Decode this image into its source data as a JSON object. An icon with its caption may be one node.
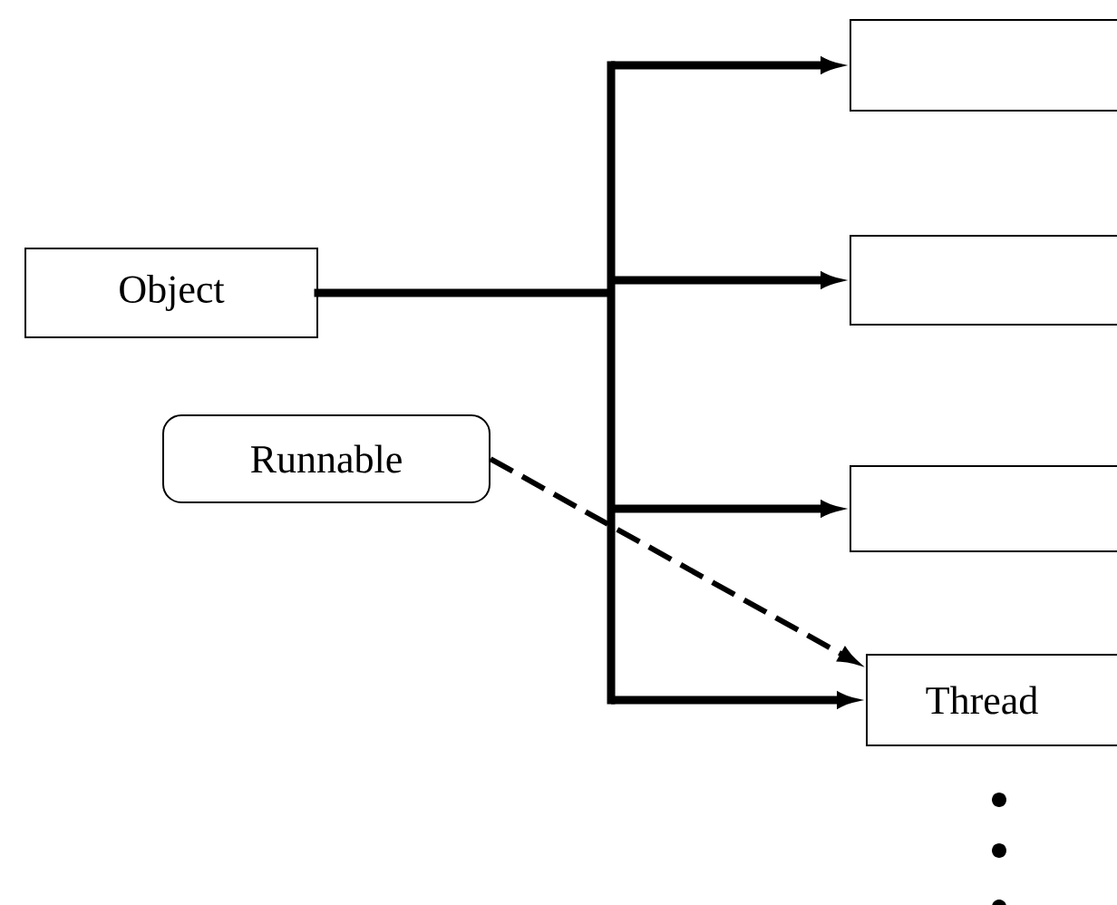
{
  "diagram": {
    "nodes": [
      {
        "text": [
          "Object"
        ]
      },
      {
        "text": [
          "Runnable"
        ]
      },
      {
        "text": [],
        "shape": "box"
      },
      {
        "text": [],
        "shape": "box"
      },
      {
        "text": [],
        "shape": "box"
      },
      {
        "text": [
          "Thread"
        ]
      }
    ],
    "edges": [
      {
        "from": 0,
        "to": 2,
        "arrow": "to"
      },
      {
        "from": 0,
        "to": 3,
        "arrow": "to"
      },
      {
        "from": 0,
        "to": 4,
        "arrow": "to"
      },
      {
        "from": 0,
        "to": 5,
        "arrow": "to"
      },
      {
        "from": 1,
        "to": 5,
        "arrow": "to",
        "style": "dashed"
      }
    ]
  }
}
